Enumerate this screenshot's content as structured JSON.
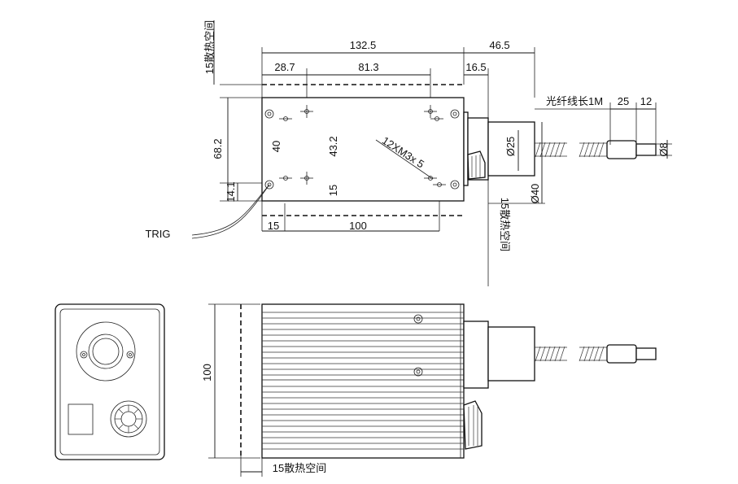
{
  "top_view": {
    "dim_total_length": "132.5",
    "dim_fiber_offset": "46.5",
    "dim_hole_offset_left": "28.7",
    "dim_hole_spacing": "81.3",
    "dim_connector_offset": "16.5",
    "dim_height": "68.2",
    "dim_hole_vertical": "40",
    "dim_center_height": "43.2",
    "dim_bottom_offset": "14.1",
    "dim_bottom_hole": "15",
    "dim_mount_left": "15",
    "dim_mount_spacing": "100",
    "hole_note": "12XM3x 5",
    "cable_label": "TRIG",
    "heat_space_left": "15散热空间",
    "heat_space_right": "15散热空间",
    "fiber_length": "光纤线长1M",
    "dim_connector_a": "25",
    "dim_connector_b": "12",
    "dim_diameter_25": "Ø25",
    "dim_diameter_8": "Ø8",
    "dim_diameter_40": "Ø40"
  },
  "side_view": {
    "dim_height": "100",
    "heat_space_bottom": "15散热空间"
  }
}
